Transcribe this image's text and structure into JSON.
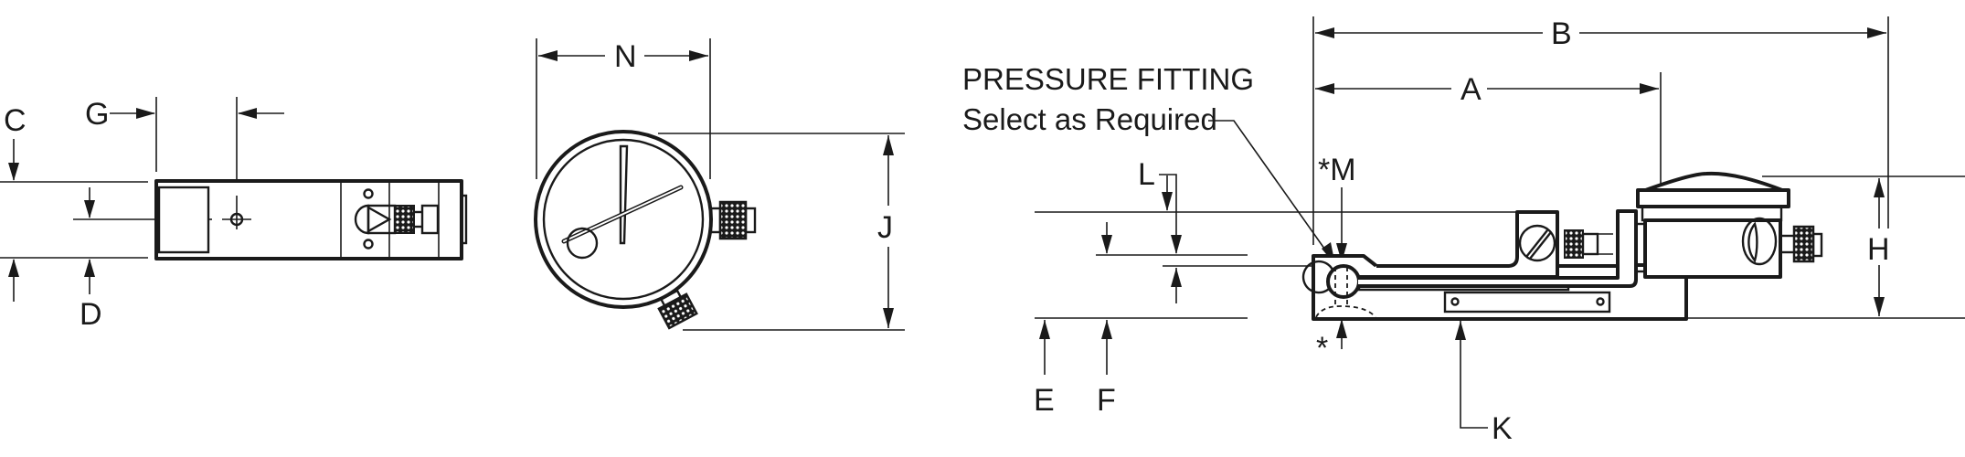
{
  "drawing": {
    "title": "Pressure gauge assembly dimensional drawing",
    "left_view": {
      "dimension_labels": [
        "C",
        "G",
        "N",
        "J",
        "D"
      ]
    },
    "right_view": {
      "dimension_labels": [
        "B",
        "A",
        "L",
        "*M",
        "H",
        "E",
        "F",
        "K",
        "*"
      ],
      "callout_line1": "PRESSURE FITTING",
      "callout_line2": "Select as Required"
    }
  },
  "labels": {
    "C": "C",
    "G": "G",
    "N": "N",
    "J": "J",
    "D": "D",
    "B": "B",
    "A": "A",
    "L": "L",
    "M": "*M",
    "H": "H",
    "E": "E",
    "F": "F",
    "K": "K",
    "star": "*"
  },
  "callout": {
    "line1": "PRESSURE FITTING",
    "line2": "Select as Required"
  },
  "colors": {
    "ink": "#1a1a1a",
    "background": "#ffffff"
  }
}
